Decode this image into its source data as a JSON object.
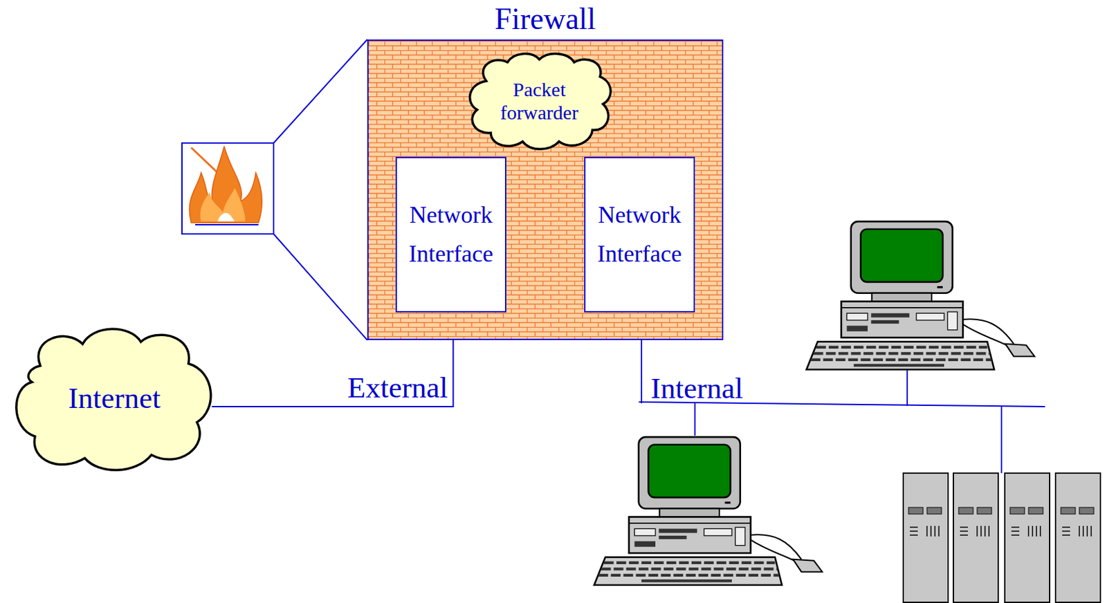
{
  "diagram": {
    "nodes": [
      {
        "text": [
          "Firewall"
        ]
      },
      {
        "text": [
          "Packet forwarder"
        ],
        "in": 0
      },
      {
        "text": [
          "Network Interface"
        ],
        "in": 0
      },
      {
        "text": [
          "Network Interface"
        ],
        "in": 0
      },
      {
        "text": [
          "Internet"
        ]
      }
    ],
    "edges": [
      {
        "from": 1,
        "to": 2,
        "arrow": "none"
      },
      {
        "from": 1,
        "to": 3,
        "arrow": "none"
      },
      {
        "from": 2,
        "to": 4,
        "arrow": "none",
        "label": "External"
      }
    ],
    "labels": [
      "Internal"
    ]
  }
}
